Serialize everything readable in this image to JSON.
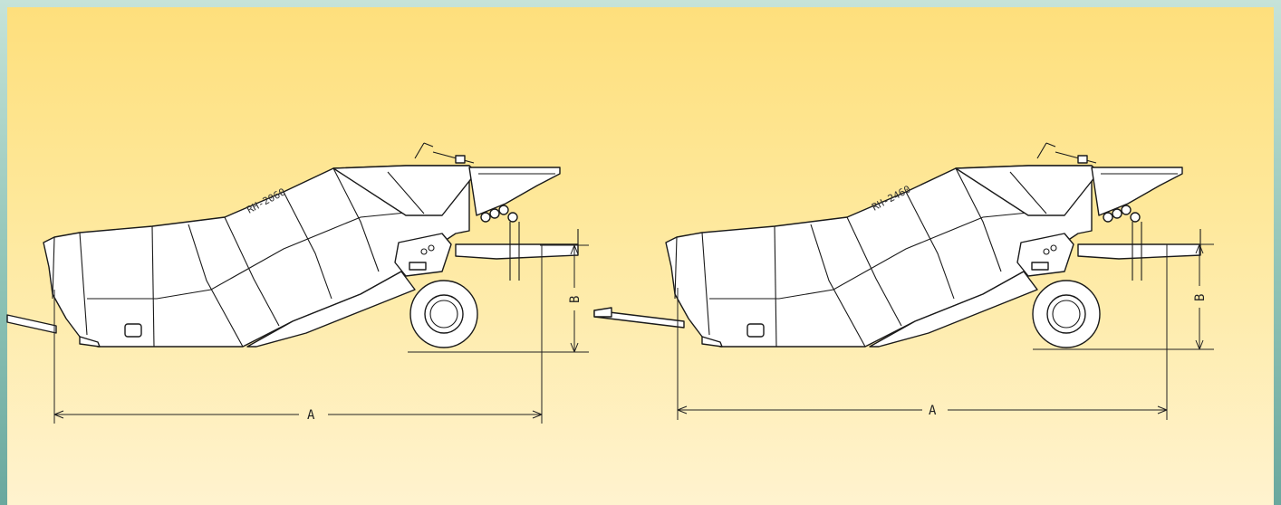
{
  "colors": {
    "background_top": "#fedf7c",
    "background_bottom": "#fff3cf",
    "outline": "#1a1a1a",
    "machine_fill": "#ffffff"
  },
  "machines": [
    {
      "model": "RH-2060",
      "dimension_length_label": "A",
      "dimension_height_label": "B"
    },
    {
      "model": "RH-2460",
      "dimension_length_label": "A",
      "dimension_height_label": "B"
    }
  ]
}
